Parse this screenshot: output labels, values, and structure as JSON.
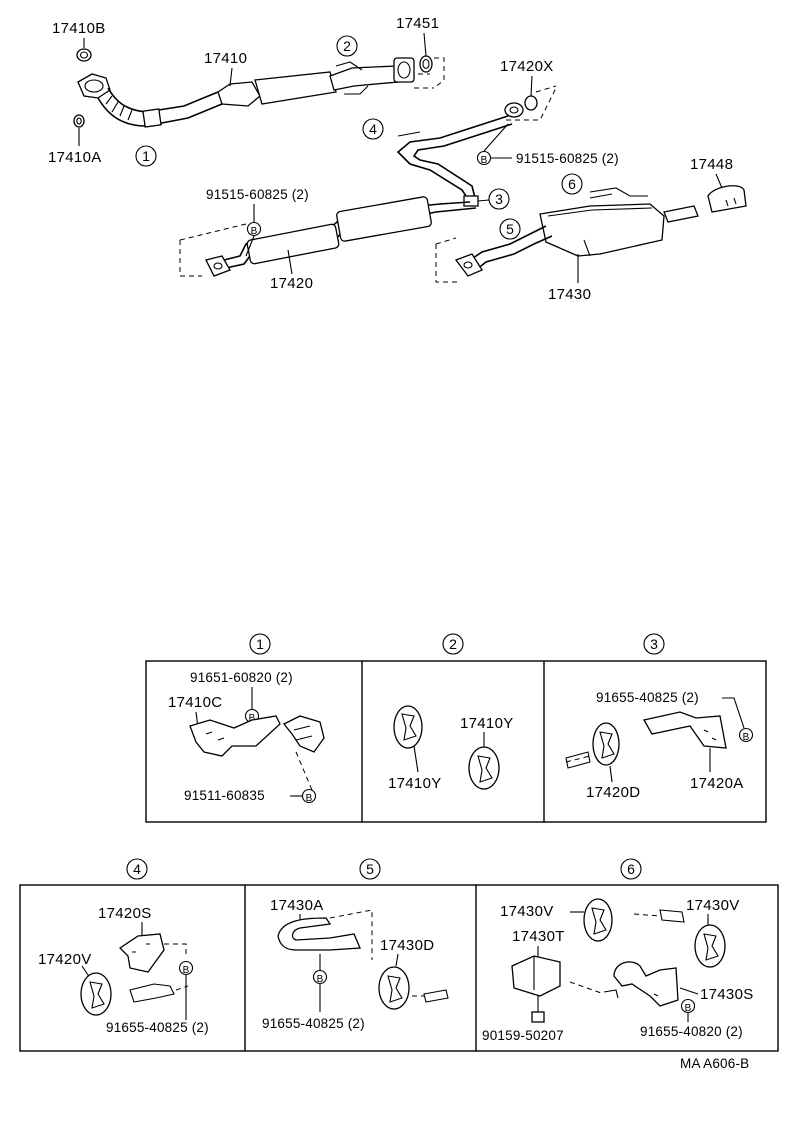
{
  "top_labels": {
    "p17410B": "17410B",
    "p17410": "17410",
    "p17451": "17451",
    "p17410A": "17410A",
    "p17420X": "17420X",
    "bolt_upper": "91515-60825 (2)",
    "p17448": "17448",
    "bolt_lower": "91515-60825 (2)",
    "p17420": "17420",
    "p17430": "17430"
  },
  "callouts": {
    "c1": "1",
    "c2": "2",
    "c3": "3",
    "c4": "4",
    "c5": "5",
    "c6": "6"
  },
  "bolt_marker": "B",
  "detail1": {
    "header": "1",
    "bolt_a": "91651-60820 (2)",
    "part": "17410C",
    "bolt_b": "91511-60835"
  },
  "detail2": {
    "header": "2",
    "part_upper": "17410Y",
    "part_lower": "17410Y"
  },
  "detail3": {
    "header": "3",
    "bolt": "91655-40825 (2)",
    "part_d": "17420D",
    "part_a": "17420A"
  },
  "detail4": {
    "header": "4",
    "part_s": "17420S",
    "part_v": "17420V",
    "bolt": "91655-40825 (2)"
  },
  "detail5": {
    "header": "5",
    "part_a": "17430A",
    "part_d": "17430D",
    "bolt": "91655-40825 (2)"
  },
  "detail6": {
    "header": "6",
    "part_v1": "17430V",
    "part_v2": "17430V",
    "part_t": "17430T",
    "part_s": "17430S",
    "bolt_t": "90159-50207",
    "bolt": "91655-40820 (2)"
  },
  "footer": "MA A606-B"
}
